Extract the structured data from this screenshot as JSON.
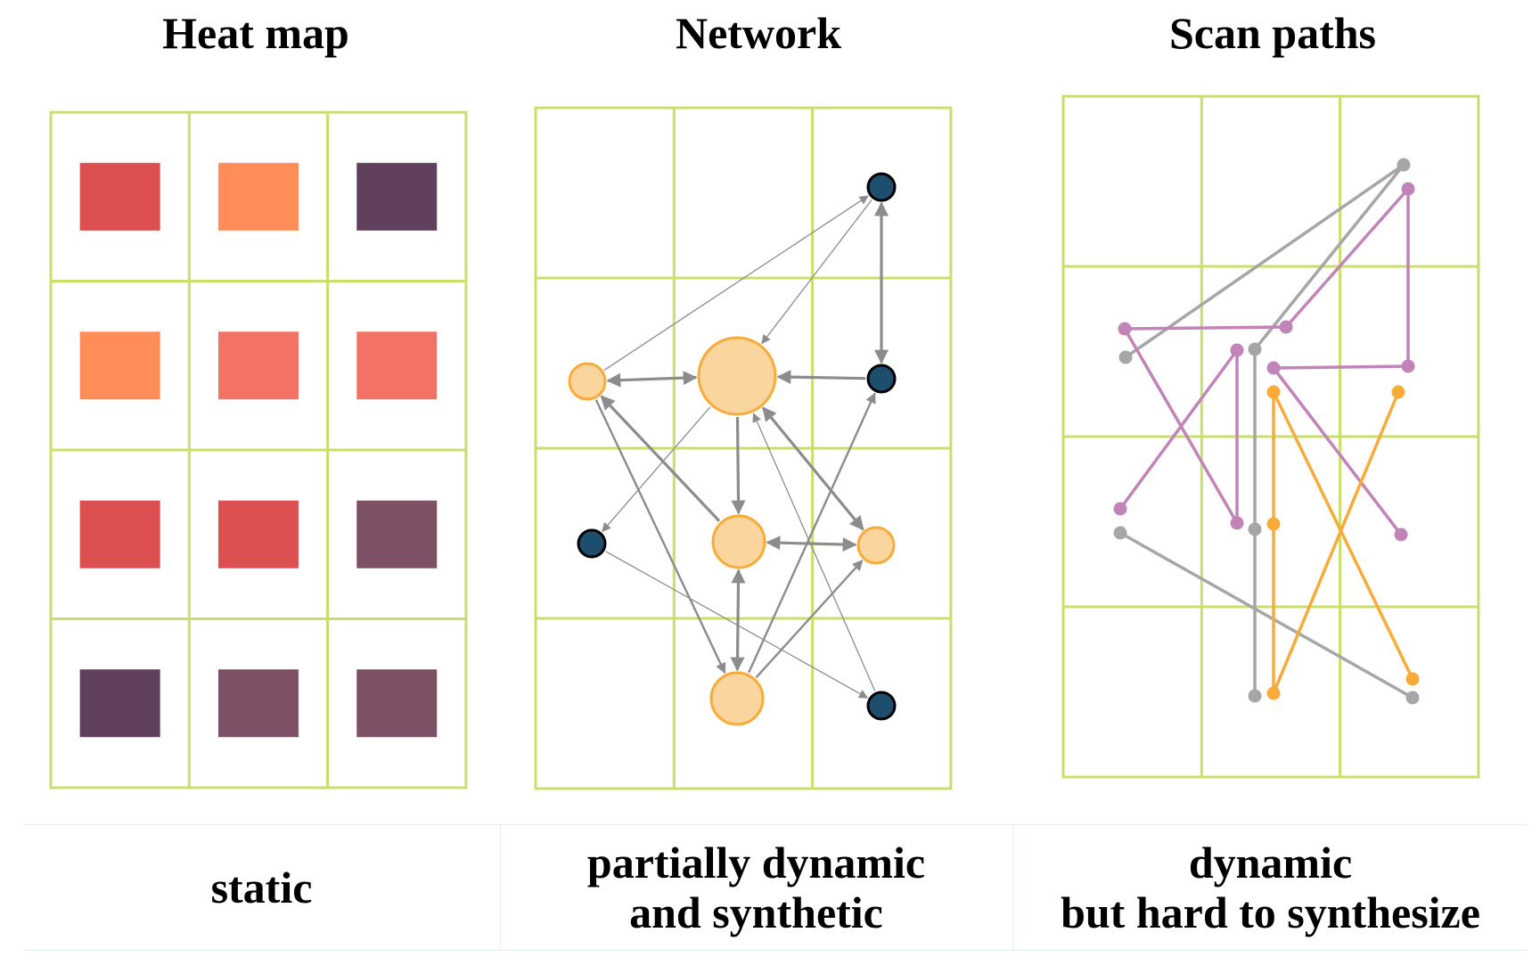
{
  "titles": {
    "heatmap": "Heat map",
    "network": "Network",
    "scanpaths": "Scan paths"
  },
  "captions": {
    "heatmap": "static",
    "network_line1": "partially dynamic",
    "network_line2": "and synthetic",
    "scanpaths_line1": "dynamic",
    "scanpaths_line2": "but hard to synthesize"
  },
  "colors": {
    "grid": "#c8e06b",
    "heat_red": "#dc5052",
    "heat_orange": "#fe8d5a",
    "heat_salmon": "#f27365",
    "heat_dark_purple": "#60405d",
    "heat_mauve": "#7e5066",
    "node_large": "#fad59d",
    "node_large_stroke": "#f9ab3a",
    "node_small": "#1e4e6e",
    "edge": "#8c8c8c",
    "path_gray": "#a6a6a6",
    "path_purple": "#c284b8",
    "path_orange": "#f9ab3a"
  },
  "heatmap": {
    "rows": 4,
    "cols": 3,
    "cells": [
      [
        "heat_red",
        "heat_orange",
        "heat_dark_purple"
      ],
      [
        "heat_orange",
        "heat_salmon",
        "heat_salmon"
      ],
      [
        "heat_red",
        "heat_red",
        "heat_mauve"
      ],
      [
        "heat_dark_purple",
        "heat_mauve",
        "heat_mauve"
      ]
    ]
  },
  "network": {
    "nodes": [
      {
        "id": "a",
        "kind": "large",
        "size": "s"
      },
      {
        "id": "b",
        "kind": "large",
        "size": "l"
      },
      {
        "id": "c",
        "kind": "small"
      },
      {
        "id": "d",
        "kind": "small"
      },
      {
        "id": "e",
        "kind": "small"
      },
      {
        "id": "f",
        "kind": "large",
        "size": "m"
      },
      {
        "id": "g",
        "kind": "large",
        "size": "s"
      },
      {
        "id": "h",
        "kind": "large",
        "size": "m"
      },
      {
        "id": "i",
        "kind": "small"
      }
    ],
    "edges": [
      {
        "from": "a",
        "to": "b",
        "bidirectional": true,
        "weight": "heavy"
      },
      {
        "from": "c",
        "to": "d",
        "bidirectional": true,
        "weight": "heavy"
      },
      {
        "from": "d",
        "to": "b",
        "bidirectional": false,
        "weight": "heavy"
      },
      {
        "from": "b",
        "to": "f",
        "bidirectional": false,
        "weight": "heavy"
      },
      {
        "from": "f",
        "to": "g",
        "bidirectional": true,
        "weight": "heavy"
      },
      {
        "from": "f",
        "to": "h",
        "bidirectional": true,
        "weight": "heavy"
      },
      {
        "from": "b",
        "to": "g",
        "bidirectional": true,
        "weight": "heavy"
      },
      {
        "from": "f",
        "to": "a",
        "bidirectional": false,
        "weight": "heavy"
      },
      {
        "from": "a",
        "to": "c",
        "bidirectional": false,
        "weight": "thin"
      },
      {
        "from": "c",
        "to": "b",
        "bidirectional": false,
        "weight": "thin"
      },
      {
        "from": "b",
        "to": "e",
        "bidirectional": false,
        "weight": "thin"
      },
      {
        "from": "a",
        "to": "h",
        "bidirectional": false,
        "weight": "medium"
      },
      {
        "from": "h",
        "to": "d",
        "bidirectional": false,
        "weight": "medium"
      },
      {
        "from": "h",
        "to": "g",
        "bidirectional": false,
        "weight": "medium"
      },
      {
        "from": "i",
        "to": "b",
        "bidirectional": false,
        "weight": "thin"
      },
      {
        "from": "e",
        "to": "i",
        "bidirectional": false,
        "weight": "thin"
      }
    ]
  },
  "scanpaths": {
    "paths": [
      {
        "color": "path_gray",
        "id": "gray"
      },
      {
        "color": "path_purple",
        "id": "purple"
      },
      {
        "color": "path_orange",
        "id": "orange"
      }
    ]
  }
}
